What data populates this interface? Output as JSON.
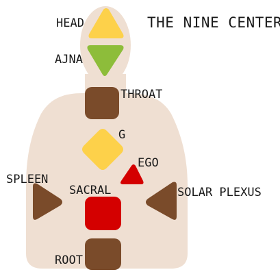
{
  "title": "THE NINE CENTERS",
  "colors": {
    "body": "#efdfd2",
    "defined_brown": "#7a4b2a",
    "yellow": "#fdd14a",
    "green": "#8dbd3a",
    "red": "#d40000",
    "text": "#1a1a1a"
  },
  "centers": {
    "head": {
      "label": "HEAD",
      "shape": "triangle-up",
      "color": "yellow"
    },
    "ajna": {
      "label": "AJNA",
      "shape": "triangle-down",
      "color": "green"
    },
    "throat": {
      "label": "THROAT",
      "shape": "square",
      "color": "brown"
    },
    "g": {
      "label": "G",
      "shape": "diamond",
      "color": "yellow"
    },
    "ego": {
      "label": "EGO",
      "shape": "triangle-small",
      "color": "red"
    },
    "spleen": {
      "label": "SPLEEN",
      "shape": "triangle-right",
      "color": "brown"
    },
    "sacral": {
      "label": "SACRAL",
      "shape": "square",
      "color": "red"
    },
    "solar": {
      "label": "SOLAR PLEXUS",
      "shape": "triangle-left",
      "color": "brown"
    },
    "root": {
      "label": "ROOT",
      "shape": "square",
      "color": "brown"
    }
  }
}
